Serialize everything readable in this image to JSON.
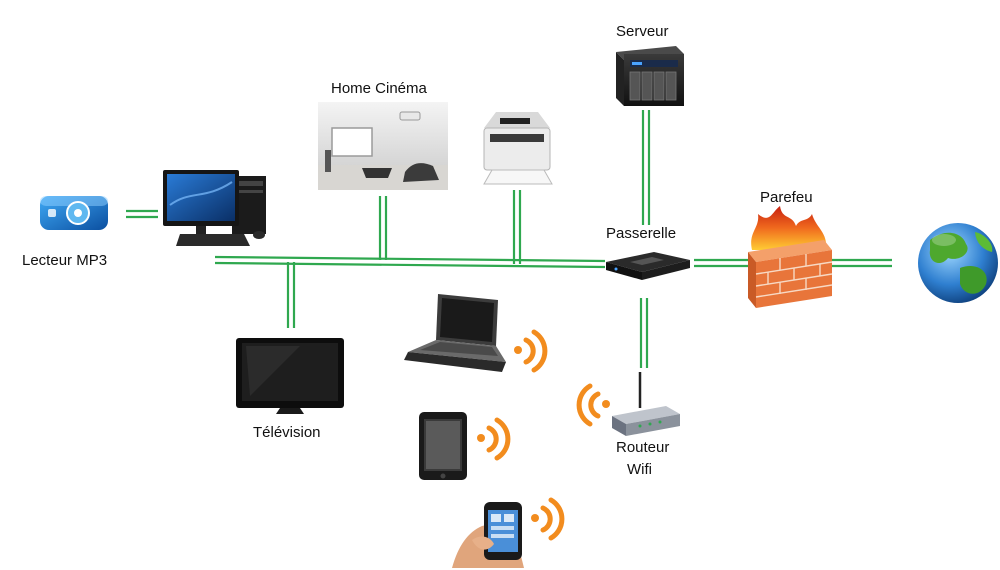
{
  "labels": {
    "mp3": "Lecteur MP3",
    "home_cinema": "Home Cinéma",
    "server": "Serveur",
    "gateway": "Passerelle",
    "firewall": "Parefeu",
    "tv": "Télévision",
    "router_line1": "Routeur",
    "router_line2": "Wifi"
  },
  "colors": {
    "link": "#2fa84f",
    "wifi": "#f28c1e",
    "mp3_blue": "#1e9be0",
    "screen_blue": "#1b5fa8",
    "flame_red": "#e23a1a",
    "brick": "#e8753a",
    "globe_green": "#3f9a2a"
  },
  "icons": [
    "mp3-player-icon",
    "desktop-computer-icon",
    "home-cinema-photo",
    "printer-icon",
    "server-icon",
    "gateway-icon",
    "firewall-icon",
    "globe-icon",
    "television-icon",
    "laptop-icon",
    "tablet-icon",
    "smartphone-icon",
    "wifi-router-icon",
    "wifi-signal-icon"
  ]
}
